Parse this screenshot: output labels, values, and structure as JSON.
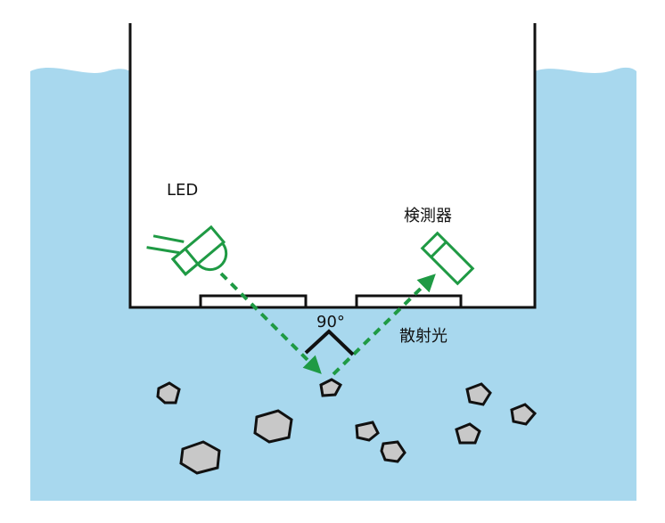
{
  "labels": {
    "led": "LED",
    "detector": "検測器",
    "scattered_light": "散射光",
    "angle": "90°"
  },
  "colors": {
    "water": "#a8d8ee",
    "accent": "#1f9a44",
    "outline": "#111111",
    "particle_fill": "#c8c8c8",
    "background": "#ffffff"
  }
}
